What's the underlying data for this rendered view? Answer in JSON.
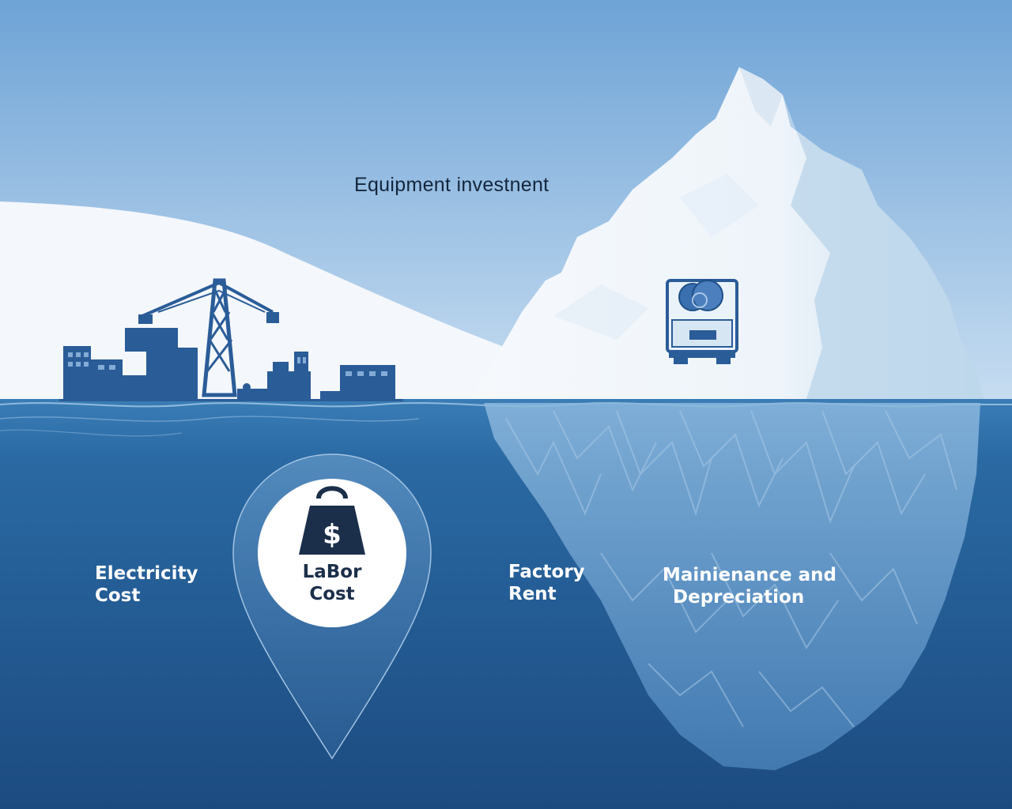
{
  "labels": {
    "equipment": "Equiрment investnent",
    "electricity_line1": "Electricity",
    "electricity_line2": "Cost",
    "labor_line1": "LaBor",
    "labor_line2": "Cost",
    "factory_line1": "Factory",
    "factory_line2": "Rent",
    "maintenance_line1": "Mainienance and",
    "maintenance_line2": "Depreciation"
  },
  "icons": {
    "pin": "money-bag-icon",
    "equipment": "machine-icon",
    "factory": "factory-skyline-icon"
  },
  "colors": {
    "sky_top": "#6fa3d6",
    "sky_bottom": "#c9def1",
    "water_top": "#2f6fa8",
    "water_bottom": "#1d4f86",
    "iceberg": "#f3f7fb",
    "underwater_ice": "#5f95c8",
    "factory": "#2a5c98",
    "pin_circle": "#ffffff",
    "label_dark": "#14263d"
  }
}
